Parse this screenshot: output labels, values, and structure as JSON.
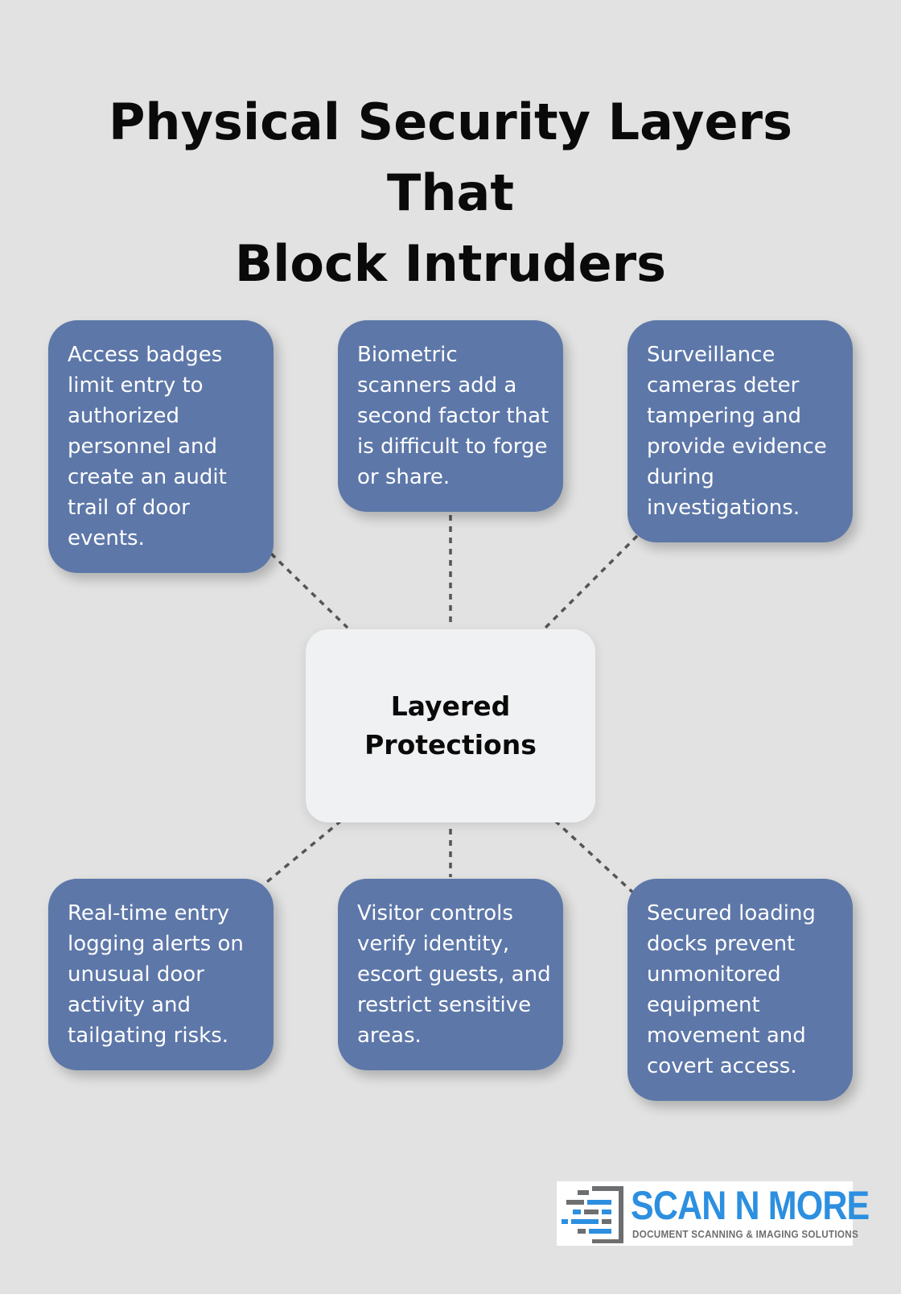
{
  "title": {
    "line1": "Physical Security Layers That",
    "line2": "Block Intruders"
  },
  "center": {
    "line1": "Layered",
    "line2": "Protections"
  },
  "layers": [
    {
      "text": "Access badges limit entry to authorized personnel and create an audit trail of door events."
    },
    {
      "text": "Biometric scanners add a second factor that is difficult to forge or share."
    },
    {
      "text": "Surveillance cameras deter tampering and provide evidence during investigations."
    },
    {
      "text": "Real-time entry logging alerts on unusual door activity and tailgating risks."
    },
    {
      "text": "Visitor controls verify identity, escort guests, and restrict sensitive areas."
    },
    {
      "text": "Secured loading docks prevent unmonitored equipment movement and covert access."
    }
  ],
  "logo": {
    "name": "SCAN N MORE",
    "tagline": "DOCUMENT SCANNING & IMAGING SOLUTIONS"
  },
  "colors": {
    "background": "#e1e2e1",
    "box": "#5d77a8",
    "center_box": "#f0f1f2",
    "connector": "#555555",
    "logo_blue": "#2c8fe0",
    "logo_gray": "#6d6e70"
  }
}
